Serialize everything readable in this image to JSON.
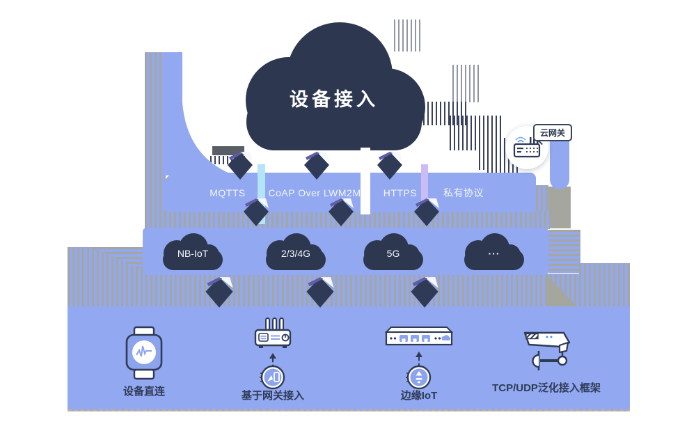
{
  "diagram": {
    "title": "设备接入",
    "gateway": {
      "label": "云网关",
      "icon": "cloud-gateway-router-icon"
    },
    "protocols": {
      "items": [
        "MQTTS",
        "CoAP Over LWM2M",
        "HTTPS",
        "私有协议"
      ]
    },
    "networks": {
      "items": [
        "NB-IoT",
        "2/3/4G",
        "5G",
        "···"
      ]
    },
    "access": {
      "items": [
        {
          "label": "设备直连",
          "icon": "smartwatch-icon"
        },
        {
          "label": "基于网关接入",
          "icon": "gateway-router-icon"
        },
        {
          "label": "边缘IoT",
          "icon": "edge-switch-icon"
        },
        {
          "label": "TCP/UDP泛化接入框架",
          "icon": "ip-camera-icon"
        }
      ]
    }
  },
  "colors": {
    "periwinkle": "#92A8F0",
    "dark_navy": "#2D3750",
    "stripe_gray": "#A5A79E",
    "text_dark": "#2E3A55",
    "wifi_blue": "#4D8FE8",
    "slit_cyan": "#B5E3F7",
    "slit_lavender": "#C9BDF4",
    "dash_tan": "#C2B193"
  }
}
